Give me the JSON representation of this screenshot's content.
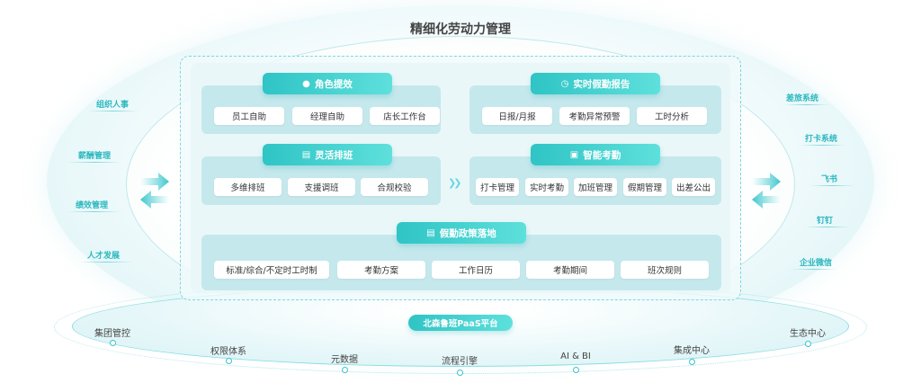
{
  "title": "精细化劳动力管理",
  "sections": {
    "role": {
      "title": "角色提效",
      "icon": "user-icon",
      "items": [
        "员工自助",
        "经理自助",
        "店长工作台"
      ]
    },
    "report": {
      "title": "实时假勤报告",
      "icon": "clock-icon",
      "items": [
        "日报/月报",
        "考勤异常预警",
        "工时分析"
      ]
    },
    "schedule": {
      "title": "灵活排班",
      "icon": "table-icon",
      "items": [
        "多维排班",
        "支援调班",
        "合规校验"
      ]
    },
    "attendance": {
      "title": "智能考勤",
      "icon": "calendar-check-icon",
      "items": [
        "打卡管理",
        "实时考勤",
        "加班管理",
        "假期管理",
        "出差公出"
      ]
    },
    "policy": {
      "title": "假勤政策落地",
      "icon": "document-icon",
      "items": [
        "标准/综合/不定时工时制",
        "考勤方案",
        "工作日历",
        "考勤期间",
        "班次规则"
      ]
    }
  },
  "left_systems": [
    "组织人事",
    "薪酬管理",
    "绩效管理",
    "人才发展"
  ],
  "right_systems": [
    "差旅系统",
    "打卡系统",
    "飞书",
    "钉钉",
    "企业微信"
  ],
  "platform": {
    "label": "北森鲁班PaaS平台",
    "nodes": [
      "集团管控",
      "权限体系",
      "元数据",
      "流程引擎",
      "AI & BI",
      "集成中心",
      "生态中心"
    ]
  },
  "colors": {
    "accent": "#2fc4c5",
    "accent_light": "#5ee0dc",
    "section_bg": "#c5e8ed",
    "side_text": "#2bb8bf"
  }
}
